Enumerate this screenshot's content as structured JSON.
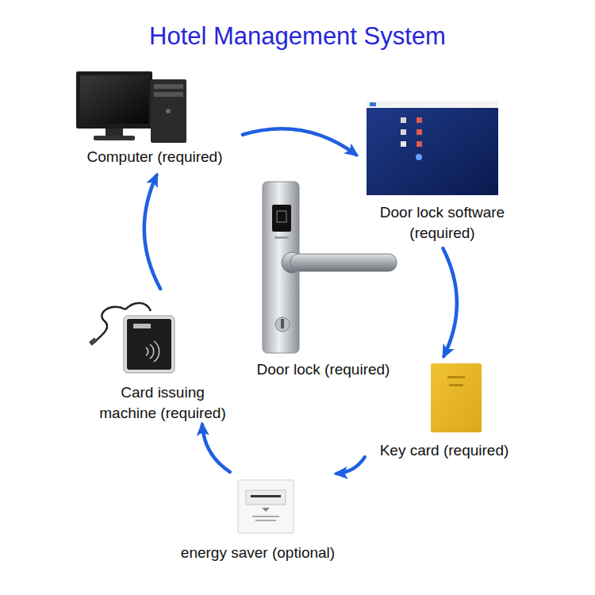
{
  "diagram": {
    "title": "Hotel Management System",
    "nodes": [
      {
        "text": [
          "Computer (required)"
        ]
      },
      {
        "text": [
          "Door lock software (required)"
        ]
      },
      {
        "text": [
          "Door lock (required)"
        ]
      },
      {
        "text": [
          "Card issuing machine (required)"
        ]
      },
      {
        "text": [
          "Key card (required)"
        ]
      },
      {
        "text": [
          "energy saver (optional)"
        ]
      }
    ],
    "edges": [
      {
        "from": 0,
        "to": 1,
        "arrow": "to"
      },
      {
        "from": 1,
        "to": 4,
        "arrow": "to"
      },
      {
        "from": 4,
        "to": 5,
        "arrow": "to"
      },
      {
        "from": 5,
        "to": 3,
        "arrow": "to"
      },
      {
        "from": 3,
        "to": 0,
        "arrow": "to"
      }
    ]
  }
}
